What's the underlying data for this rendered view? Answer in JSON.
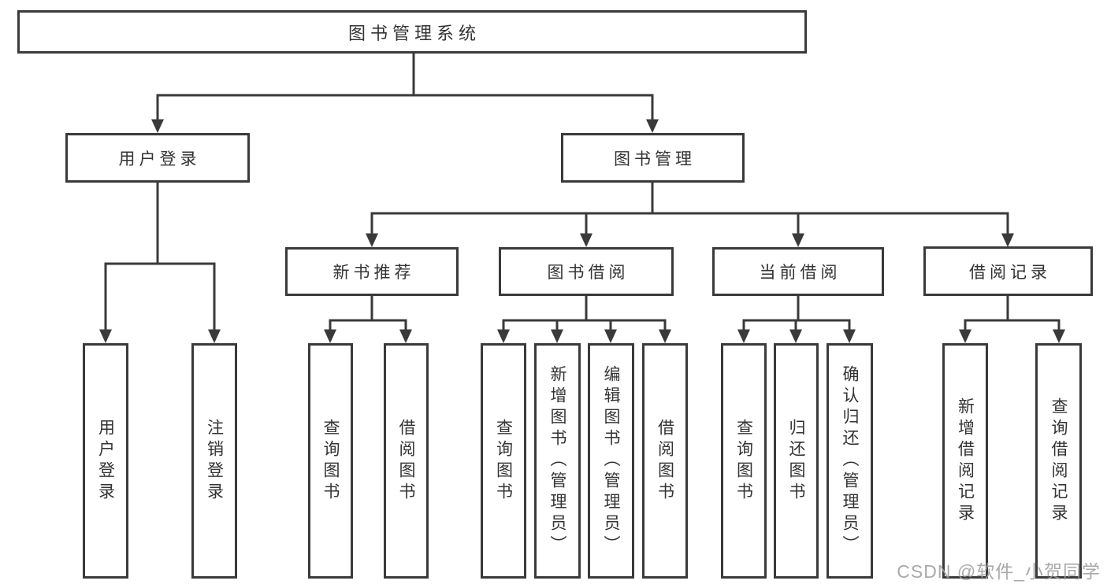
{
  "tree": {
    "label": "图书管理系统",
    "children": [
      {
        "label": "用户登录",
        "children": [
          {
            "label": "用户登录"
          },
          {
            "label": "注销登录"
          }
        ]
      },
      {
        "label": "图书管理",
        "children": [
          {
            "label": "新书推荐",
            "children": [
              {
                "label": "查询图书"
              },
              {
                "label": "借阅图书"
              }
            ]
          },
          {
            "label": "图书借阅",
            "children": [
              {
                "label": "查询图书"
              },
              {
                "label": "新增图书（管理员）"
              },
              {
                "label": "编辑图书（管理员）"
              },
              {
                "label": "借阅图书"
              }
            ]
          },
          {
            "label": "当前借阅",
            "children": [
              {
                "label": "查询图书"
              },
              {
                "label": "归还图书"
              },
              {
                "label": "确认归还（管理员）"
              }
            ]
          },
          {
            "label": "借阅记录",
            "children": [
              {
                "label": "新增借阅记录"
              },
              {
                "label": "查询借阅记录"
              }
            ]
          }
        ]
      }
    ]
  },
  "watermark": {
    "text": "CSDN @软件_小贺同学"
  },
  "colors": {
    "line": "#3a3a3a",
    "text": "#333333",
    "background": "#ffffff",
    "watermark": "#9b9b9b"
  }
}
